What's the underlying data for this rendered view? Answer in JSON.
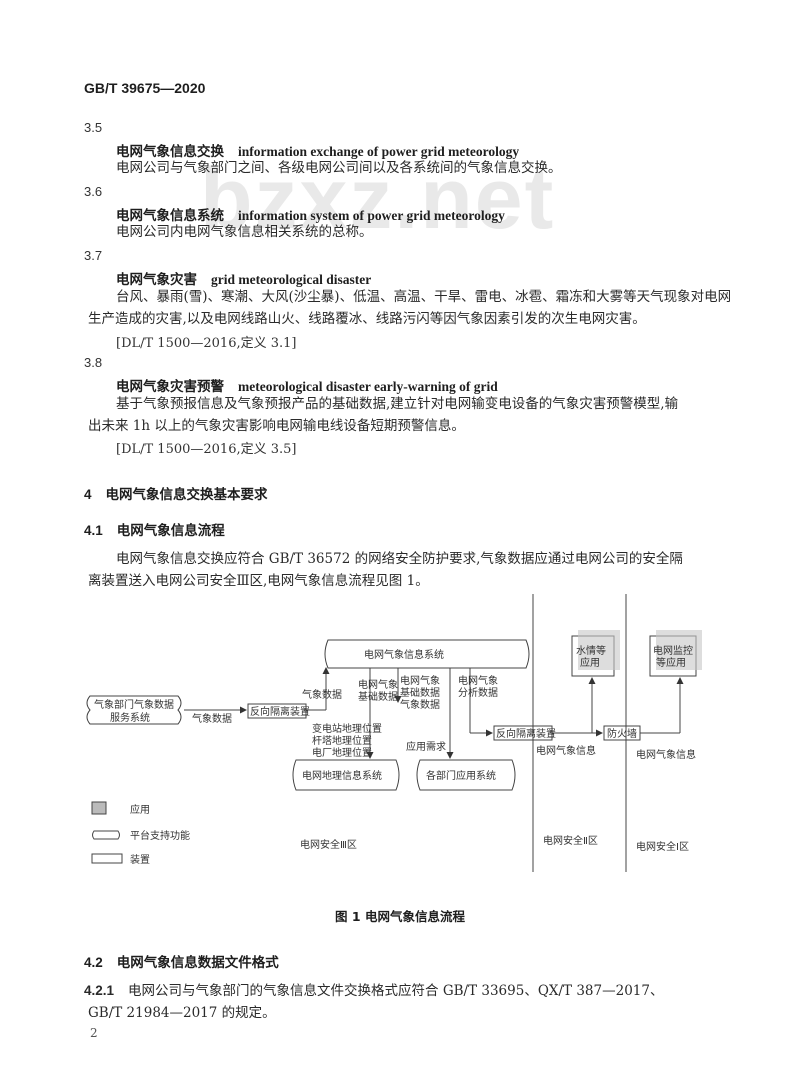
{
  "header": {
    "standard_no": "GB/T 39675—2020"
  },
  "watermark": "bzxz.net",
  "terms": [
    {
      "num": "3.5",
      "zh": "电网气象信息交换",
      "en": "information exchange of power grid meteorology",
      "def": [
        "电网公司与气象部门之间、各级电网公司间以及各系统间的气象信息交换。"
      ],
      "ref": ""
    },
    {
      "num": "3.6",
      "zh": "电网气象信息系统",
      "en": "information system of power grid meteorology",
      "def": [
        "电网公司内电网气象信息相关系统的总称。"
      ],
      "ref": ""
    },
    {
      "num": "3.7",
      "zh": "电网气象灾害",
      "en": "grid meteorological disaster",
      "def": [
        "台风、暴雨(雪)、寒潮、大风(沙尘暴)、低温、高温、干旱、雷电、冰雹、霜冻和大雾等天气现象对电网",
        "生产造成的灾害,以及电网线路山火、线路覆冰、线路污闪等因气象因素引发的次生电网灾害。"
      ],
      "ref": "[DL/T 1500—2016,定义 3.1]"
    },
    {
      "num": "3.8",
      "zh": "电网气象灾害预警",
      "en": "meteorological disaster early-warning of grid",
      "def": [
        "基于气象预报信息及气象预报产品的基础数据,建立针对电网输变电设备的气象灾害预警模型,输",
        "出未来 1h 以上的气象灾害影响电网输电线设备短期预警信息。"
      ],
      "ref": "[DL/T 1500—2016,定义 3.5]"
    }
  ],
  "section4": {
    "num": "4",
    "title": "电网气象信息交换基本要求"
  },
  "section41": {
    "num": "4.1",
    "title": "电网气象信息流程",
    "para": [
      "电网气象信息交换应符合 GB/T 36572 的网络安全防护要求,气象数据应通过电网公司的安全隔",
      "离装置送入电网公司安全Ⅲ区,电网气象信息流程见图 1。"
    ]
  },
  "diagram": {
    "met_service": [
      "气象部门气象数据",
      "服务系统"
    ],
    "label_qixiang_shuju_1": "气象数据",
    "reverse_isolation_1": "反向隔离装置",
    "label_qixiang_shuju_2": "气象数据",
    "grid_met_system": "电网气象信息系统",
    "grid_met_basic": [
      "电网气象",
      "基础数据"
    ],
    "grid_met_basic2": [
      "电网气象",
      "基础数据",
      "气象数据"
    ],
    "grid_met_analysis": [
      "电网气象",
      "分析数据"
    ],
    "app_product": "应用需求",
    "substation_loc": [
      "变电站地理位置",
      "杆塔地理位置",
      "电厂地理位置"
    ],
    "gis_system": "电网地理信息系统",
    "dept_app_system": "各部门应用系统",
    "reverse_isolation_2": "反向隔离装置",
    "grid_met_info_1": "电网气象信息",
    "firewall": "防火墙",
    "grid_met_info_2": "电网气象信息",
    "app_water": [
      "水情等",
      "应用"
    ],
    "app_monitor": [
      "电网监控",
      "等应用"
    ],
    "zone3": "电网安全Ⅲ区",
    "zone2": "电网安全Ⅱ区",
    "zone1": "电网安全Ⅰ区",
    "legend": [
      "应用",
      "平台支持功能",
      "装置"
    ]
  },
  "figure_caption": "图 1   电网气象信息流程",
  "section42": {
    "num": "4.2",
    "title": "电网气象信息数据文件格式"
  },
  "section421": {
    "num": "4.2.1",
    "para": [
      "电网公司与气象部门的气象信息文件交换格式应符合 GB/T 33695、QX/T 387—2017、",
      "GB/T 21984—2017 的规定。"
    ]
  },
  "page_number": "2"
}
